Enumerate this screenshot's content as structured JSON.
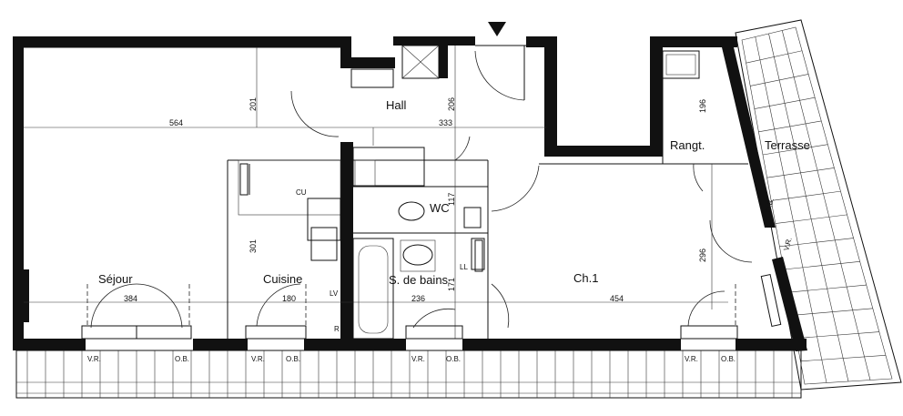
{
  "plan": {
    "rooms": {
      "sejour": "Séjour",
      "cuisine": "Cuisine",
      "hall": "Hall",
      "wc": "WC",
      "sdb": "S. de bains",
      "ch1": "Ch.1",
      "rangt": "Rangt.",
      "terrasse": "Terrasse"
    },
    "dims": {
      "d564": "564",
      "d201": "201",
      "d206": "206",
      "d333": "333",
      "d196": "196",
      "d117": "117",
      "d301": "301",
      "d296": "296",
      "d384": "384",
      "d180": "180",
      "d236": "236",
      "d171": "171",
      "d454": "454"
    },
    "tags": {
      "cu": "CU",
      "lv": "LV",
      "ll": "LL",
      "r": "R",
      "vr": "V.R.",
      "ob": "O.B."
    }
  }
}
